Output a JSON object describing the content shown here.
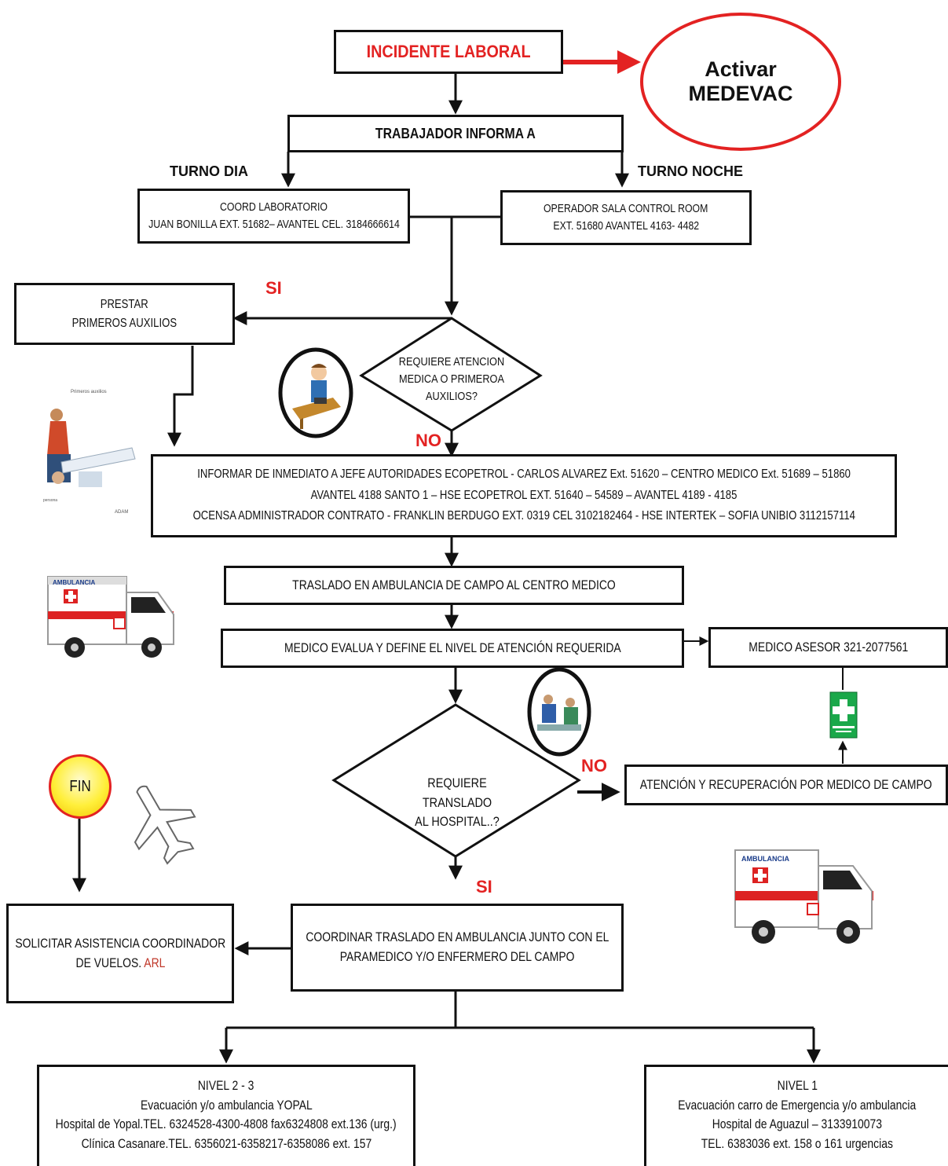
{
  "incident": "INCIDENTE LABORAL",
  "medevac": {
    "line1": "Activar",
    "line2": "MEDEVAC"
  },
  "informs": "TRABAJADOR INFORMA A",
  "day_shift": "TURNO DIA",
  "night_shift": "TURNO NOCHE",
  "coord": {
    "line1": "COORD LABORATORIO",
    "line2": "JUAN BONILLA EXT. 51682– AVANTEL CEL. 3184666614"
  },
  "operator": {
    "line1": "OPERADOR SALA CONTROL ROOM",
    "line2": "EXT. 51680 AVANTEL 4163- 4482"
  },
  "first_aid": {
    "line1": "PRESTAR",
    "line2": "PRIMEROS AUXILIOS"
  },
  "yes_label": "SI",
  "no_label": "NO",
  "decision1": {
    "line1": "REQUIERE ATENCION",
    "line2": "MEDICA O PRIMEROA",
    "line3": "AUXILIOS?"
  },
  "inform_box": {
    "line1": "INFORMAR DE INMEDIATO A JEFE AUTORIDADES ECOPETROL - CARLOS ALVAREZ Ext. 51620 – CENTRO MEDICO Ext. 51689 – 51860",
    "line2": "AVANTEL 4188 SANTO 1 – HSE ECOPETROL EXT. 51640 – 54589 – AVANTEL 4189 - 4185",
    "line3": "OCENSA ADMINISTRADOR CONTRATO - FRANKLIN BERDUGO EXT. 0319 CEL 3102182464 - HSE INTERTEK – SOFIA UNIBIO 3112157114"
  },
  "transfer": "TRASLADO EN AMBULANCIA DE CAMPO AL CENTRO MEDICO",
  "evaluate": "MEDICO EVALUA Y DEFINE EL NIVEL DE ATENCIÓN REQUERIDA",
  "advisor": "MEDICO ASESOR 321-2077561",
  "decision2": {
    "line1": "REQUIERE TRANSLADO",
    "line2": "AL HOSPITAL..?"
  },
  "field_care": "ATENCIÓN Y RECUPERACIÓN POR MEDICO DE CAMPO",
  "end": "FIN",
  "flights": {
    "line1": "SOLICITAR ASISTENCIA COORDINADOR",
    "line2_a": "DE VUELOS.",
    "line2_b": "ARL"
  },
  "coordinate": {
    "line1": "COORDINAR TRASLADO EN AMBULANCIA JUNTO CON EL",
    "line2": "PARAMEDICO Y/O ENFERMERO DEL CAMPO"
  },
  "level23": {
    "title": "NIVEL 2 - 3",
    "line1": "Evacuación y/o ambulancia YOPAL",
    "line2": "Hospital de Yopal.TEL. 6324528-4300-4808 fax6324808 ext.136 (urg.)",
    "line3": "Clínica Casanare.TEL. 6356021-6358217-6358086 ext. 157"
  },
  "level1": {
    "title": "NIVEL 1",
    "line1": "Evacuación carro de Emergencia y/o ambulancia",
    "line2": "Hospital de Aguazul – 3133910073",
    "line3": "TEL. 6383036 ext. 158 o 161 urgencias"
  },
  "ambulance_text": "AMBULANCIA",
  "colors": {
    "alert_red": "#e32222",
    "ink": "#111111",
    "fin_yellow": "#ffef3a",
    "green": "#1aa84a"
  }
}
